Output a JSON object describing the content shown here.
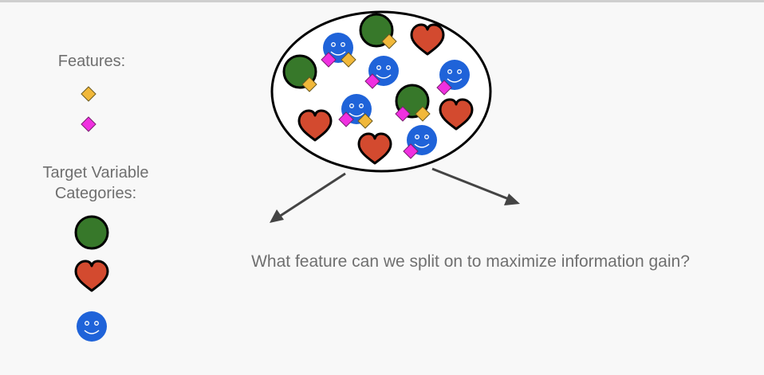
{
  "legend": {
    "features_title": "Features:",
    "features": [
      {
        "icon": "yellow-diamond-icon",
        "color": "#f1b83a"
      },
      {
        "icon": "magenta-diamond-icon",
        "color": "#f030e0"
      }
    ],
    "target_title_line1": "Target Variable",
    "target_title_line2": "Categories:",
    "categories": [
      {
        "icon": "green-circle-icon",
        "color": "#37782a"
      },
      {
        "icon": "red-heart-icon",
        "color": "#d34a2f"
      },
      {
        "icon": "blue-smiley-icon",
        "color": "#1f63d9"
      }
    ]
  },
  "question": "What feature can we split on to maximize information gain?",
  "colors": {
    "text": "#6f6f6f",
    "arrow": "#444444",
    "green": "#37782a",
    "red": "#d34a2f",
    "blue": "#1f63d9",
    "yellow": "#f1b83a",
    "magenta": "#f030e0"
  }
}
